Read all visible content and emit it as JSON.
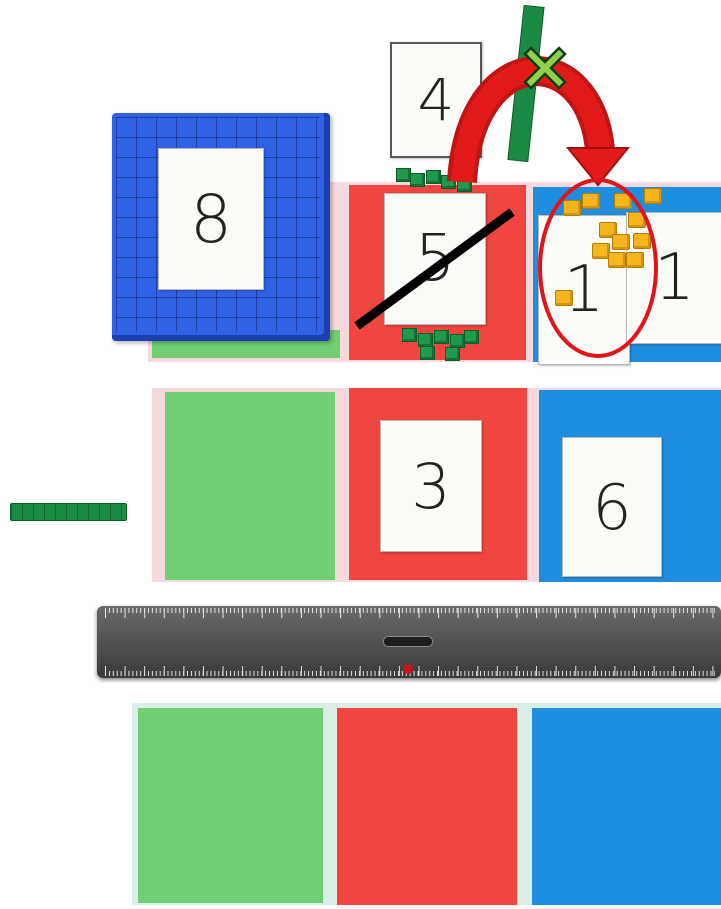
{
  "cards": {
    "hundreds_top": "8",
    "carry": "4",
    "tens_top": "5",
    "ones_top_left": "1",
    "ones_top_right": "1",
    "tens_middle": "3",
    "ones_middle": "6"
  },
  "colors": {
    "hundreds_mat": "#6fcf72",
    "tens_mat": "#f0463f",
    "ones_mat": "#1e8fe0",
    "hundred_block": "#2f62e6",
    "tens_rod": "#1a8a45",
    "unit_cube": "#f4b61c",
    "arrow": "#e31a1a",
    "cross_mark": "#8fd14f",
    "strike": "#000000"
  },
  "icons": {
    "exchange_arrow": "curved-arrow-icon",
    "cancel_mark": "x-mark-icon",
    "strike_line": "strike-through-icon",
    "highlight": "circle-highlight-icon"
  }
}
